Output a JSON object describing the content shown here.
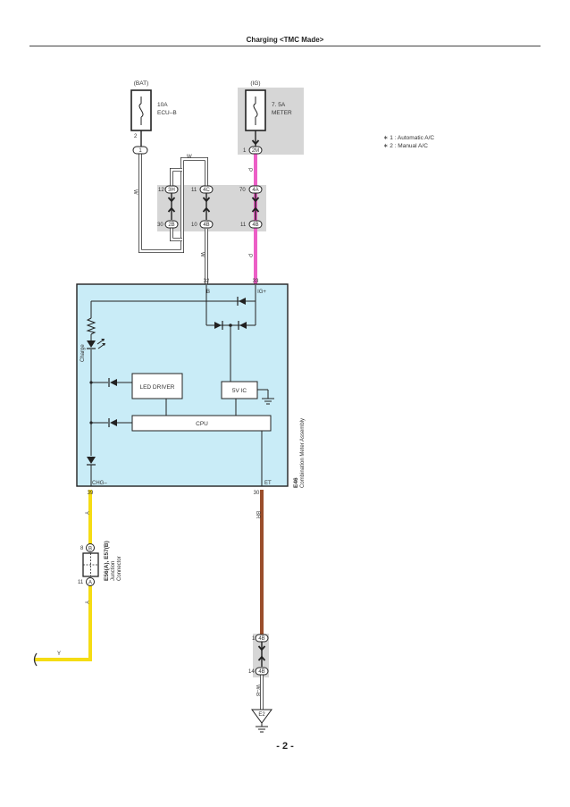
{
  "header": {
    "title": "Charging <TMC Made>"
  },
  "footer": {
    "page_number": "- 2 -"
  },
  "fuses": [
    {
      "source": "(BAT)",
      "rating": "10A",
      "name": "ECU–B",
      "pin": "2"
    },
    {
      "source": "(IG)",
      "rating": "7. 5A",
      "name": "METER"
    }
  ],
  "legend": [
    "∗ 1 : Automatic A/C",
    "∗ 2 : Manual A/C"
  ],
  "connectors": {
    "c1": "1",
    "c1_pin": "",
    "c2": "2M",
    "c2_pin": "1",
    "c3h": "3H",
    "c3h_pin": "12",
    "c4c": "4C",
    "c4c_pin": "11",
    "c4a": "4A",
    "c4a_pin": "70",
    "c2b": "2B",
    "c2b_pin": "30",
    "c4b_a": "4B",
    "c4b_a_pin": "10",
    "c4b_b": "4B",
    "c4b_b_pin": "11",
    "c4b_c": "4B",
    "c4b_c_pin": "1",
    "c4b_d": "4B",
    "c4b_d_pin": "14"
  },
  "wires": {
    "w1": "W",
    "w2": "W",
    "w3": "W",
    "p1": "P",
    "p2": "P",
    "y1": "Y",
    "y2": "Y",
    "y3": "Y",
    "br": "BR",
    "wb": "W–B"
  },
  "meter": {
    "pin_b": "32",
    "label_b": "B",
    "pin_ig": "33",
    "label_ig": "IG+",
    "charge_label": "Charge",
    "led_driver": "LED DRIVER",
    "vic": "5V IC",
    "cpu": "CPU",
    "pin_chg": "39",
    "label_chg": "CHG–",
    "pin_et": "30",
    "label_et": "ET",
    "code": "E46",
    "name": "Combination Meter Assembly"
  },
  "junction": {
    "code": "E56(A), E57(B)",
    "name_line1": "Junction",
    "name_line2": "Connector",
    "pin_b": "8",
    "letter_b": "B",
    "pin_a": "11",
    "letter_a": "A"
  },
  "ground": {
    "label": "E2"
  }
}
